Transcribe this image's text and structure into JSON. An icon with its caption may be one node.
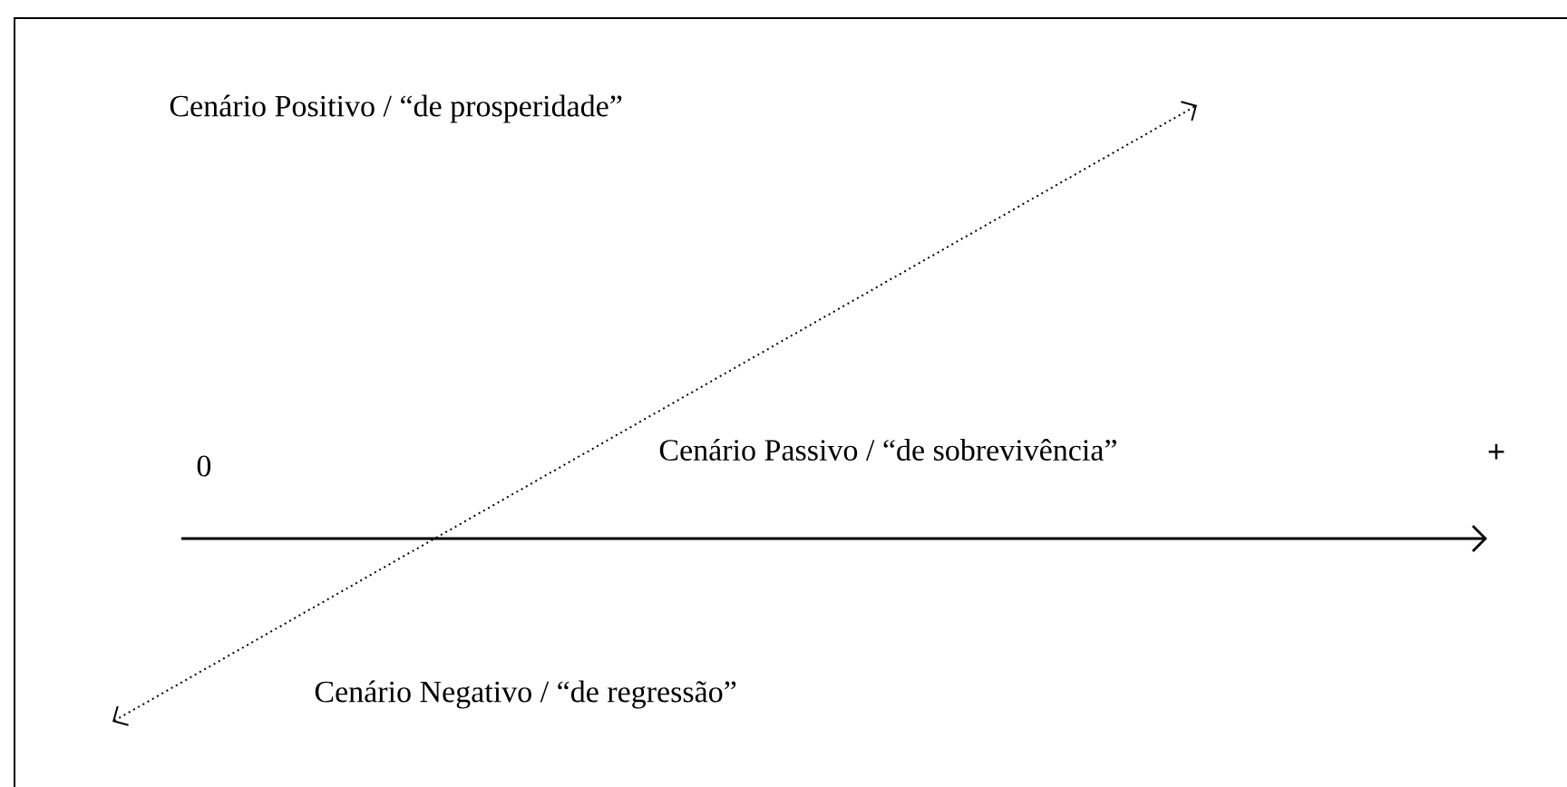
{
  "diagram": {
    "labels": [
      "Cenário Positivo / “de prosperidade”",
      "0",
      "Cenário Passivo / “de sobrevivência”",
      "+",
      "Cenário Negativo / “de regressão”"
    ]
  }
}
